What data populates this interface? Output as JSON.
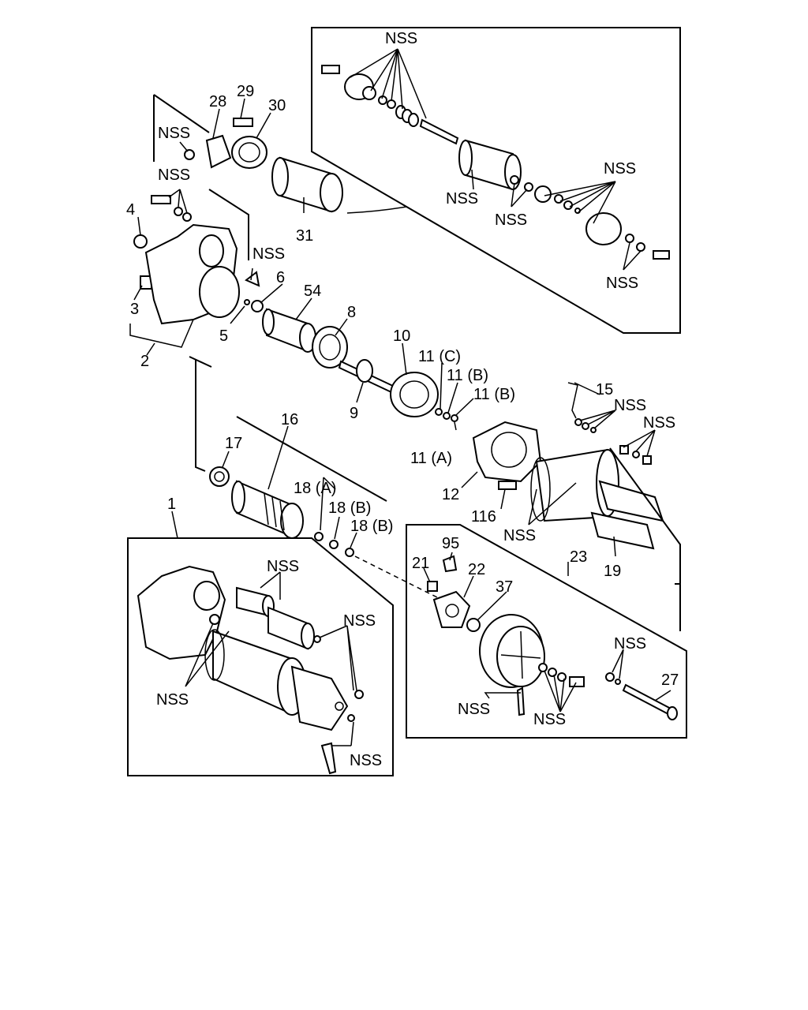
{
  "diagram": {
    "labels": {
      "l1": "1",
      "l2": "2",
      "l3": "3",
      "l4": "4",
      "l5": "5",
      "l6": "6",
      "l8": "8",
      "l9": "9",
      "l10": "10",
      "l11c": "11 (C)",
      "l11b1": "11 (B)",
      "l11b2": "11 (B)",
      "l11a": "11 (A)",
      "l12": "12",
      "l15": "15",
      "l16": "16",
      "l17": "17",
      "l18a": "18 (A)",
      "l18b1": "18 (B)",
      "l18b2": "18 (B)",
      "l19": "19",
      "l21": "21",
      "l22": "22",
      "l23": "23",
      "l27": "27",
      "l28": "28",
      "l29": "29",
      "l30": "30",
      "l31": "31",
      "l37": "37",
      "l54": "54",
      "l95": "95",
      "l116": "116"
    },
    "nss": "NSS"
  }
}
